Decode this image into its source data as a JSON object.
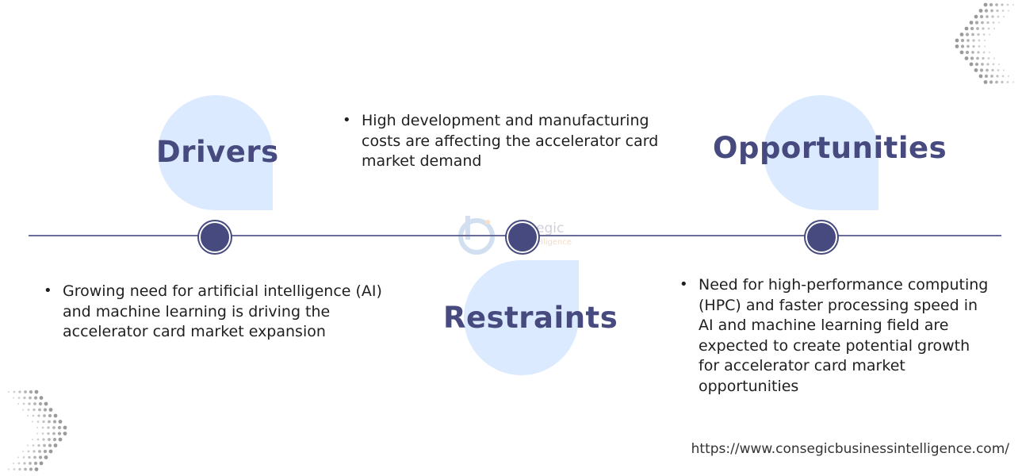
{
  "headings": {
    "drivers": "Drivers",
    "restraints": "Restraints",
    "opportunities": "Opportunities"
  },
  "drivers_points": [
    "Growing need for artificial intelligence (AI) and machine learning is driving the accelerator card market expansion"
  ],
  "restraints_points": [
    "High development and manufacturing costs are affecting the accelerator card market demand"
  ],
  "opportunities_points": [
    "Need for high-performance computing (HPC) and faster processing speed in AI and machine learning field are expected to create potential growth for accelerator card market opportunities"
  ],
  "watermark": {
    "name_fragment": "egic",
    "tagline_fragment": "elligence"
  },
  "source_url": "https://www.consegicbusinessintelligence.com/",
  "colors": {
    "heading": "#474a7e",
    "node": "#474a7e",
    "blob": "#dbeafe",
    "line": "#6a6c9a"
  }
}
